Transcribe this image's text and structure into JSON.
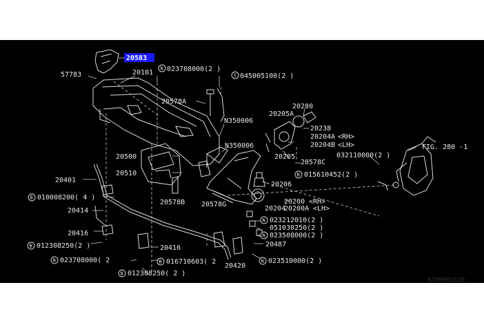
{
  "diagram": {
    "highlighted_part": "20583",
    "corner_code": "A200001020",
    "fig_ref": "FIG. 280 -1",
    "labels": {
      "p20583": "20583",
      "p57783": "57783",
      "p20101": "20101",
      "n023708000a": "023708000(2 )",
      "s045005100": "045005100(2 )",
      "p20578A": "20578A",
      "n350006a": "N350006",
      "n350006b": "N350006",
      "p20280": "20280",
      "p20205A": "20205A",
      "p20238": "20238",
      "p20204A": "20204A",
      "rh1": "<RH>",
      "p20204B": "20204B",
      "lh1": "<LH>",
      "p20205": "20205",
      "p20578C": "20578C",
      "p032110000": "032110000(2 )",
      "p20500": "20500",
      "p20510": "20510",
      "b015610452": "015610452(2 )",
      "p20401": "20401",
      "p20206": "20206",
      "b010008200": "010008200( 4 )",
      "p20578B": "20578B",
      "p20578G": "20578G",
      "p20200": "20200",
      "rh2": "<RH>",
      "p20204": "20204",
      "p20200A": "20200A",
      "lh2": "<LH>",
      "p20414": "20414",
      "n023212010": "023212010(2 )",
      "p051030250": "051030250(2 )",
      "n023508000": "023508000(2 )",
      "p20416a": "20416",
      "b012308250a": "012308250(2 )",
      "p20416b": "20416",
      "p20487": "20487",
      "n023708000b": "023708000( 2",
      "b016710603": "016710603( 2",
      "n023510000": "023510000(2 )",
      "p20420": "20420",
      "b012308250b": "012308250( 2 )"
    },
    "badges": {
      "n": "N",
      "s": "S",
      "b": "B"
    }
  }
}
